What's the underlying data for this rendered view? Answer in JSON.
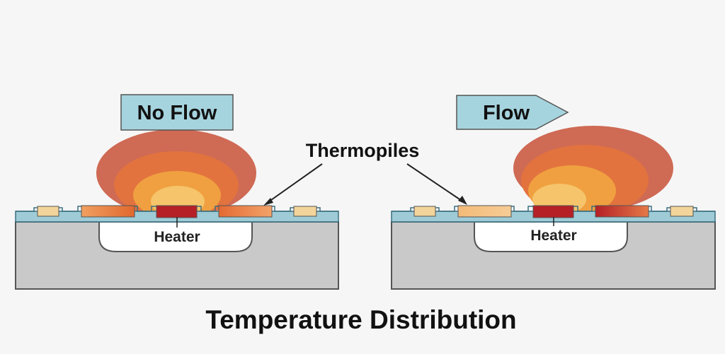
{
  "labels": {
    "no_flow": "No Flow",
    "flow": "Flow",
    "thermopiles": "Thermopiles",
    "heater_left": "Heater",
    "heater_right": "Heater",
    "caption": "Temperature Distribution"
  },
  "colors": {
    "background": "#f6f6f6",
    "label_box": "#a6d4de",
    "substrate": "#c9c9c9",
    "membrane": "#9ecbd6",
    "heater": "#b42026",
    "heat_outer": "#cf6a55",
    "heat_mid": "#e37a3c",
    "heat_inner": "#f0a040",
    "heat_core": "#f7c76a",
    "pad": "#f3d49a"
  }
}
